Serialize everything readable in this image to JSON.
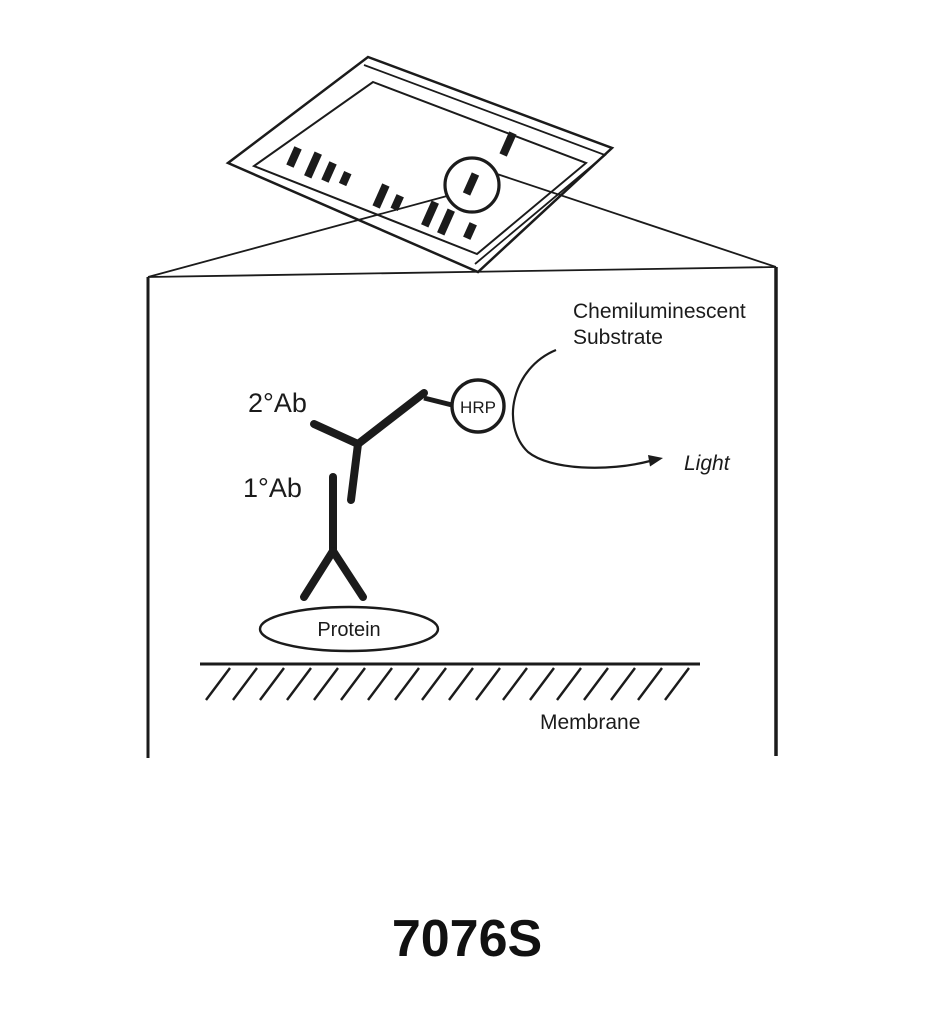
{
  "diagram": {
    "labels": {
      "substrate_line1": "Chemiluminescent",
      "substrate_line2": "Substrate",
      "light": "Light",
      "secondary_antibody": "2°Ab",
      "primary_antibody": "1°Ab",
      "enzyme": "HRP",
      "protein": "Protein",
      "membrane": "Membrane"
    },
    "catalog_number": "7076S",
    "colors": {
      "ink": "#1b1b1b",
      "background": "#ffffff"
    }
  }
}
